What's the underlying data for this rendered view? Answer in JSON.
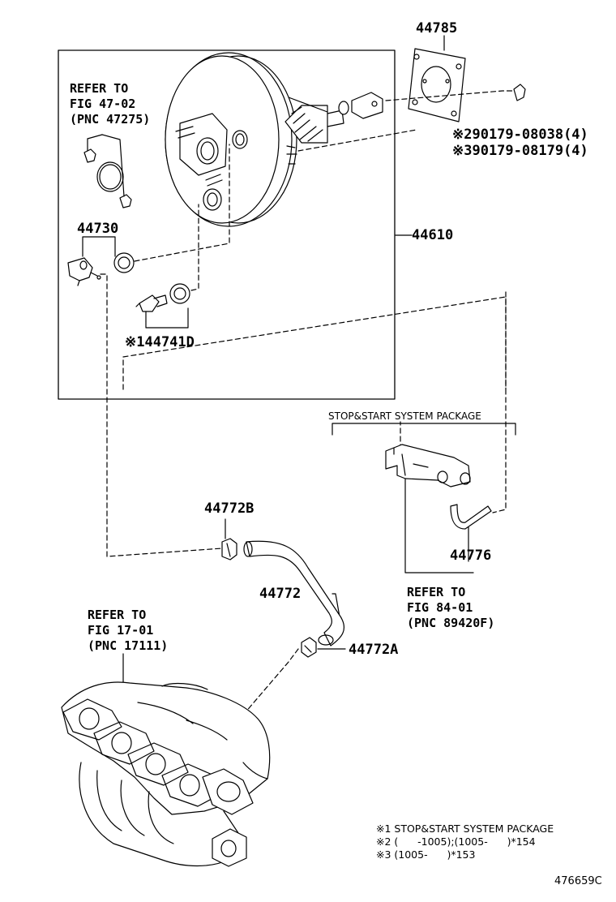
{
  "parts": {
    "p44785": "44785",
    "p44610": "44610",
    "p44730": "44730",
    "p44741D": "※144741D",
    "p90179_08038": "※290179-08038(4)",
    "p90179_08179": "※390179-08179(4)",
    "p44772B": "44772B",
    "p44772": "44772",
    "p44772A": "44772A",
    "p44776": "44776"
  },
  "references": {
    "fig47": "REFER TO\nFIG 47-02\n(PNC 47275)",
    "fig84": "REFER TO\nFIG 84-01\n(PNC 89420F)",
    "fig17": "REFER TO\nFIG 17-01\n(PNC 17111)"
  },
  "package_label": "STOP&START SYSTEM PACKAGE",
  "footnotes": "※1 STOP&START SYSTEM PACKAGE\n※2 (      -1005);(1005-      )*154\n※3 (1005-      )*153",
  "diagram_id": "476659C"
}
